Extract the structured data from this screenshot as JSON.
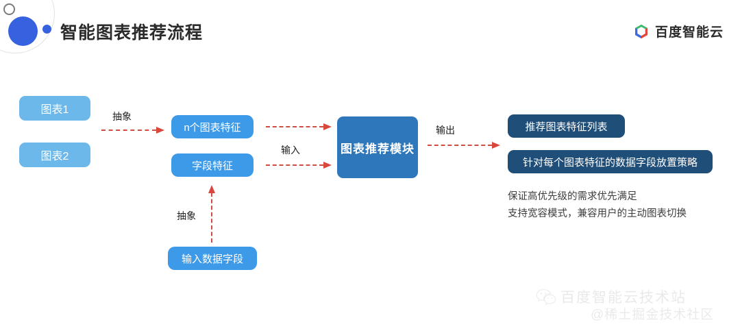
{
  "header": {
    "title": "智能图表推荐流程",
    "brand_text": "百度智能云",
    "brand_icon": "baidu-cloud-hexagon-logo",
    "decor": {
      "ring_icon": "ring-outline-decoration",
      "big_dot_icon": "blue-circle-decoration",
      "small_dot_icon": "small-blue-circle-decoration",
      "arc_icon": "arc-line-decoration"
    },
    "brand_colors": {
      "green": "#3DBB6F",
      "blue": "#3C6BE0",
      "red": "#E2483B",
      "dot_blue": "#3762DF"
    }
  },
  "flow": {
    "sources": [
      {
        "label": "图表1"
      },
      {
        "label": "图表2"
      }
    ],
    "features": [
      {
        "label": "n个图表特征"
      },
      {
        "label": "字段特征"
      }
    ],
    "module": {
      "label": "图表推荐模块"
    },
    "data_input": {
      "label": "输入数据字段"
    },
    "outputs": [
      {
        "label": "推荐图表特征列表"
      },
      {
        "label": "针对每个图表特征的数据字段放置策略"
      }
    ],
    "arrow_labels": {
      "abstract_top": "抽象",
      "input": "输入",
      "output": "输出",
      "abstract_bottom": "抽象"
    },
    "notes": [
      "保证高优先级的需求优先满足",
      "支持宽容模式，兼容用户的主动图表切换"
    ],
    "colors": {
      "source_box": "#6CB8EA",
      "feature_box": "#3D9AE8",
      "module_box": "#2E77BB",
      "output_box": "#1F4E79",
      "arrow": "#D9463B",
      "note_text": "#3C3C3C"
    }
  },
  "watermark": {
    "icon": "wechat-icon",
    "line1": "百度智能云技术站",
    "line2": "@稀土掘金技术社区"
  }
}
